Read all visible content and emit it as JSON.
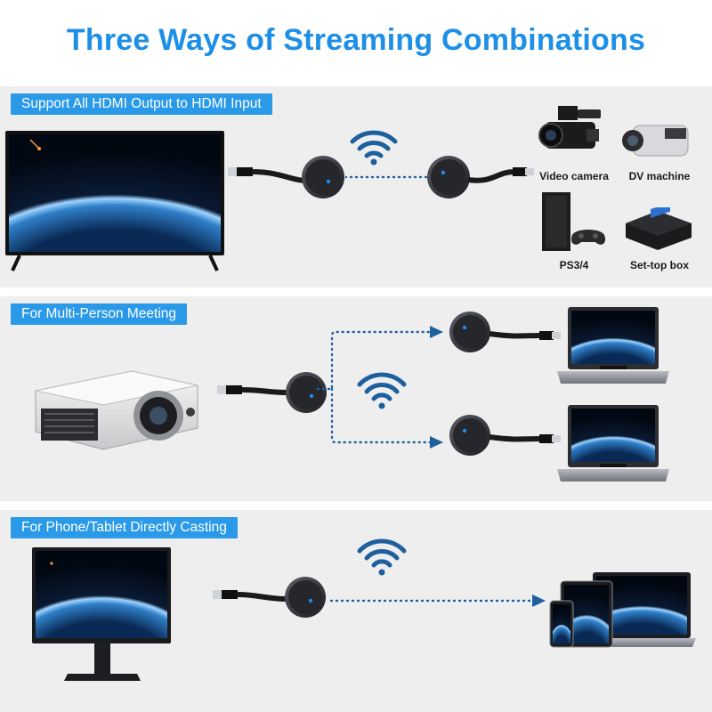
{
  "title": "Three Ways of Streaming Combinations",
  "colors": {
    "accent": "#2a9ae8",
    "title": "#1d8fe6",
    "dongle_body": "#2b2c31",
    "wifi": "#1e5f9e",
    "panel_bg": "#eeeeef"
  },
  "sections": [
    {
      "tag": "Support All HDMI Output to HDMI Input",
      "devices": [
        {
          "label": "Video camera",
          "icon": "video-camera-icon"
        },
        {
          "label": "DV machine",
          "icon": "dv-camcorder-icon"
        },
        {
          "label": "PS3/4",
          "icon": "game-console-icon"
        },
        {
          "label": "Set-top box",
          "icon": "set-top-box-icon"
        }
      ]
    },
    {
      "tag": "For Multi-Person Meeting"
    },
    {
      "tag": "For Phone/Tablet Directly Casting"
    }
  ]
}
